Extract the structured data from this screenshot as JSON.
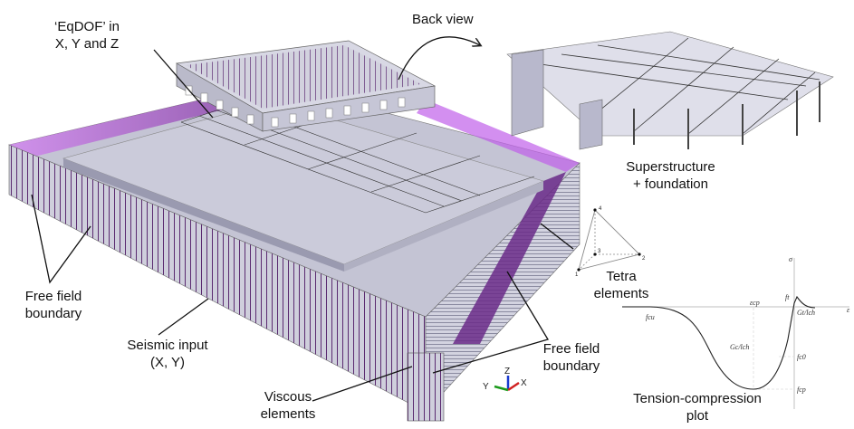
{
  "labels": {
    "back_view": "Back view",
    "eqdof": [
      "‘EqDOF’ in",
      "X, Y and Z"
    ],
    "superstructure": [
      "Superstructure",
      "+ foundation"
    ],
    "tetra": [
      "Tetra",
      "elements"
    ],
    "free_field_left": [
      "Free field",
      "boundary"
    ],
    "seismic_input": [
      "Seismic input",
      "(X, Y)"
    ],
    "free_field_right": [
      "Free field",
      "boundary"
    ],
    "viscous": [
      "Viscous",
      "elements"
    ],
    "tension_compression": [
      "Tension-compression",
      "plot"
    ]
  },
  "axes_triad": {
    "x": "X",
    "y": "Y",
    "z": "Z"
  },
  "tetra_nodes": [
    "1",
    "2",
    "3",
    "4"
  ],
  "plot": {
    "sigma": "σ",
    "epsilon": "ε",
    "ft": "ft",
    "gt_lch": "Gt/lch",
    "ecp": "εcp",
    "fcu": "fcu",
    "gc_lch": "Gc/lch",
    "fc0": "fc0",
    "fcp": "fcp"
  },
  "colors": {
    "mesh": "#c9c9d9",
    "boundary": "#b040e0",
    "dark": "#5a2a70"
  }
}
